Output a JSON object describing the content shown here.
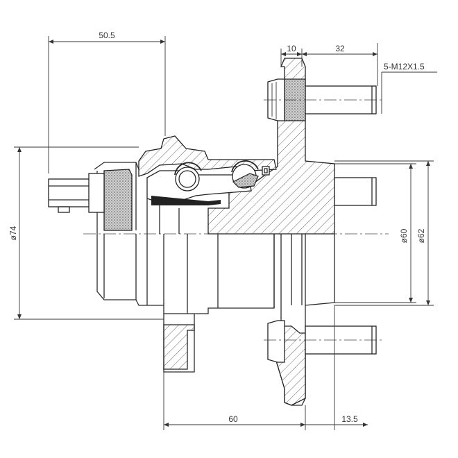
{
  "dimensions": {
    "width_top": "50.5",
    "flange_thickness": "10",
    "stud_length": "32",
    "thread_spec": "5-M12X1.5",
    "bore_diameter": "ø74",
    "pilot_diameter_inner": "ø60",
    "pilot_diameter_outer": "ø62",
    "overall_length": "60",
    "flange_offset": "13.5"
  }
}
